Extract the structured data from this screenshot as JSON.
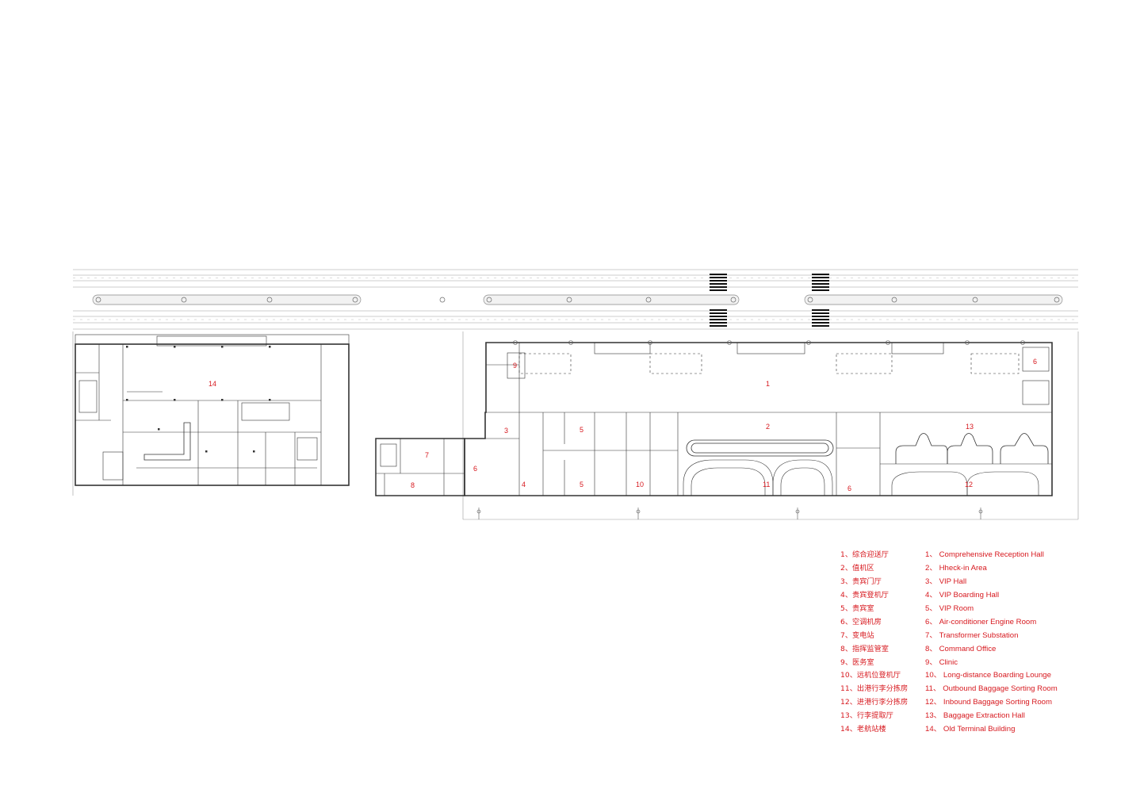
{
  "colors": {
    "label": "#d7191f",
    "line": "#333333",
    "thin": "#9a9a9a"
  },
  "room_labels": {
    "r1": "1",
    "r2": "2",
    "r3": "3",
    "r4": "4",
    "r5a": "5",
    "r5b": "5",
    "r6a": "6",
    "r6b": "6",
    "r6c": "6",
    "r7": "7",
    "r8": "8",
    "r9": "9",
    "r10": "10",
    "r11": "11",
    "r12": "12",
    "r13": "13",
    "r14": "14"
  },
  "legend": [
    {
      "zh": "1、综合迎送厅",
      "en": "1、 Comprehensive Reception Hall"
    },
    {
      "zh": "2、值机区",
      "en": "2、 Hheck-in Area"
    },
    {
      "zh": "3、贵宾门厅",
      "en": "3、 VIP Hall"
    },
    {
      "zh": "4、贵宾登机厅",
      "en": "4、 VIP Boarding Hall"
    },
    {
      "zh": "5、贵宾室",
      "en": "5、 VIP Room"
    },
    {
      "zh": "6、空调机房",
      "en": "6、 Air-conditioner Engine Room"
    },
    {
      "zh": "7、变电站",
      "en": "7、 Transformer Substation"
    },
    {
      "zh": "8、指挥监管室",
      "en": "8、 Command Office"
    },
    {
      "zh": "9、医务室",
      "en": "9、 Clinic"
    },
    {
      "zh": "10、远机位登机厅",
      "en": "10、 Long-distance Boarding Lounge"
    },
    {
      "zh": "11、出港行李分拣房",
      "en": "11、 Outbound Baggage Sorting Room"
    },
    {
      "zh": "12、进港行李分拣房",
      "en": "12、 Inbound Baggage Sorting Room"
    },
    {
      "zh": "13、行李提取厅",
      "en": "13、 Baggage Extraction Hall"
    },
    {
      "zh": "14、老航站楼",
      "en": "14、 Old Terminal Building"
    }
  ]
}
